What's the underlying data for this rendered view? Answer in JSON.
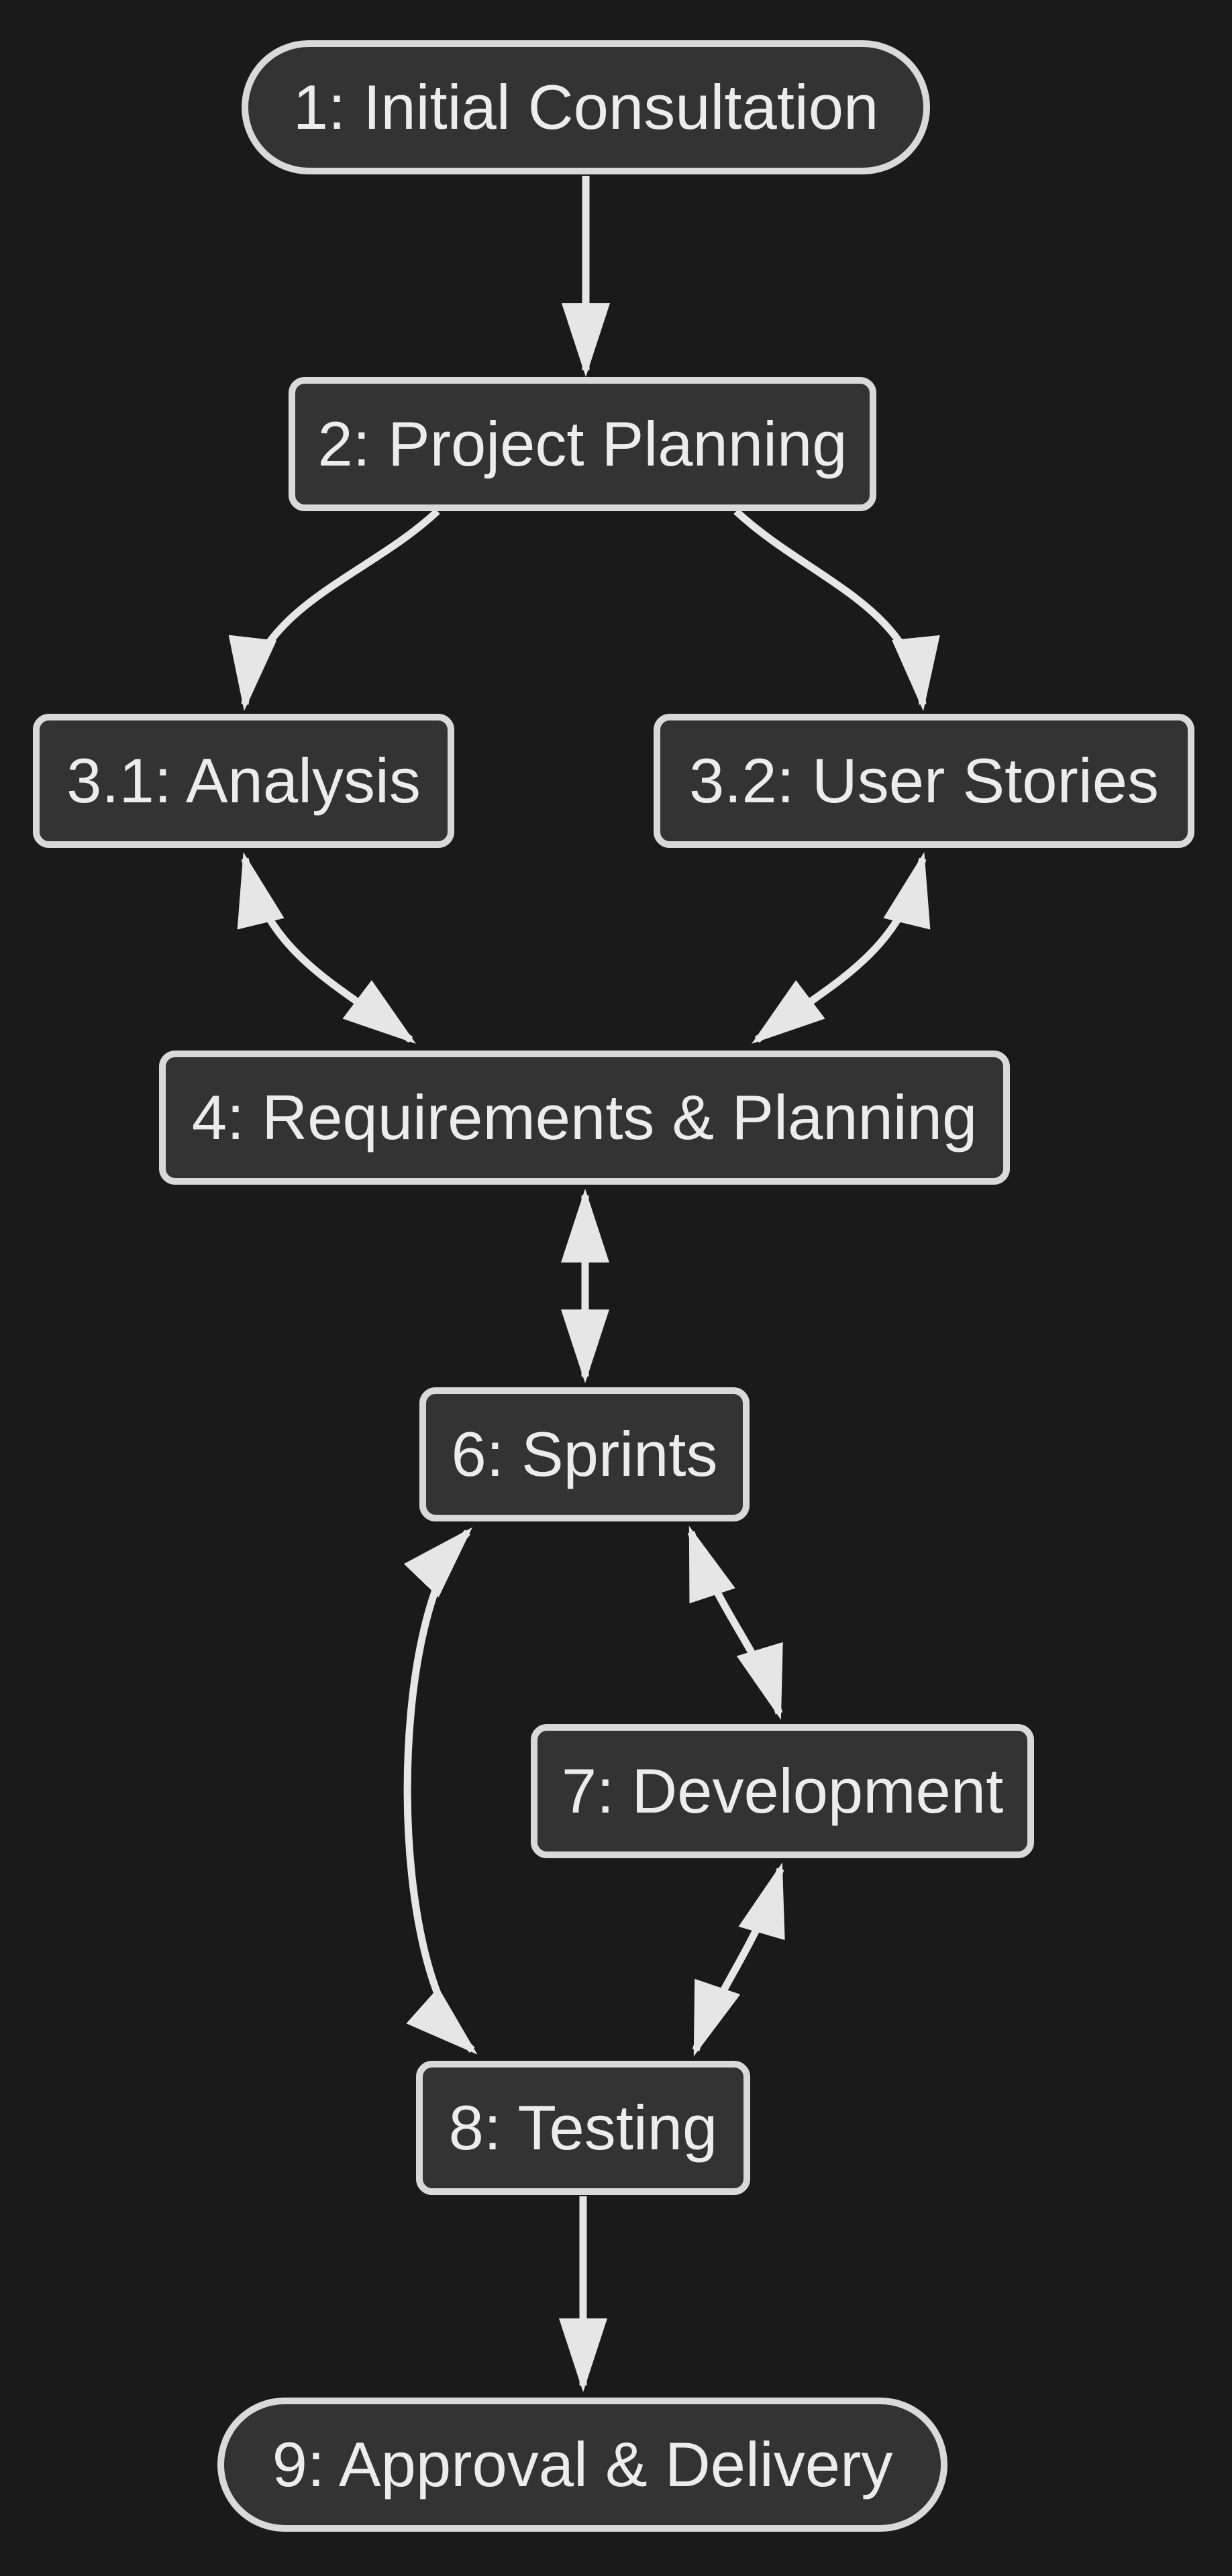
{
  "diagram": {
    "type": "flowchart",
    "direction": "top-down",
    "colors": {
      "background": "#1a1a1a",
      "node_fill": "#333333",
      "node_border": "#d9d9d9",
      "node_text": "#ececec",
      "edge_line": "#e6e6e6"
    }
  },
  "nodes": [
    {
      "id": "1",
      "label": "1: Initial Consultation",
      "shape": "stadium"
    },
    {
      "id": "2",
      "label": "2: Project Planning",
      "shape": "rect"
    },
    {
      "id": "3.1",
      "label": "3.1: Analysis",
      "shape": "rect"
    },
    {
      "id": "3.2",
      "label": "3.2: User Stories",
      "shape": "rect"
    },
    {
      "id": "4",
      "label": "4: Requirements & Planning",
      "shape": "rect"
    },
    {
      "id": "6",
      "label": "6: Sprints",
      "shape": "rect"
    },
    {
      "id": "7",
      "label": "7: Development",
      "shape": "rect"
    },
    {
      "id": "8",
      "label": "8: Testing",
      "shape": "rect"
    },
    {
      "id": "9",
      "label": "9: Approval & Delivery",
      "shape": "stadium"
    }
  ],
  "edges": [
    {
      "from": "1",
      "to": "2",
      "bidirectional": false
    },
    {
      "from": "2",
      "to": "3.1",
      "bidirectional": false
    },
    {
      "from": "2",
      "to": "3.2",
      "bidirectional": false
    },
    {
      "from": "3.1",
      "to": "4",
      "bidirectional": true
    },
    {
      "from": "3.2",
      "to": "4",
      "bidirectional": true
    },
    {
      "from": "4",
      "to": "6",
      "bidirectional": true
    },
    {
      "from": "6",
      "to": "7",
      "bidirectional": true
    },
    {
      "from": "7",
      "to": "8",
      "bidirectional": true
    },
    {
      "from": "6",
      "to": "8",
      "bidirectional": true
    },
    {
      "from": "8",
      "to": "9",
      "bidirectional": false
    }
  ]
}
